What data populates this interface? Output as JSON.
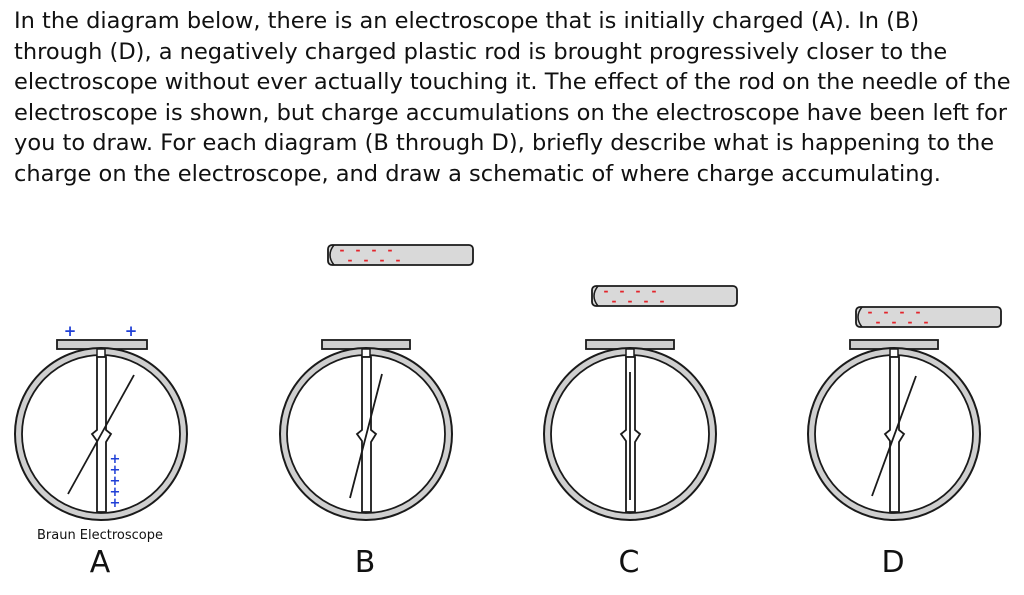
{
  "question": {
    "text": "In the diagram below, there is an electroscope that is initially charged (A).  In (B) through (D), a negatively charged plastic rod is brought progressively closer to the electroscope without ever actually touching it.  The effect of the rod on the needle of the electroscope is shown, but charge accumulations on the electroscope have been left for you to draw.  For each diagram (B through D), briefly describe what is happening to the charge on the electroscope, and draw a schematic of where charge accumulating."
  },
  "diagram": {
    "caption": "Braun Electroscope",
    "panels": [
      {
        "label": "A"
      },
      {
        "label": "B"
      },
      {
        "label": "C"
      },
      {
        "label": "D"
      }
    ],
    "symbols": {
      "plus": "+",
      "minus": "-"
    },
    "colors": {
      "positive": "#1f3fd6",
      "negative": "#e3242b",
      "rod_fill": "#d9d9d9",
      "ring_fill": "#cfcfcf",
      "outline": "#1a1a1a"
    }
  }
}
